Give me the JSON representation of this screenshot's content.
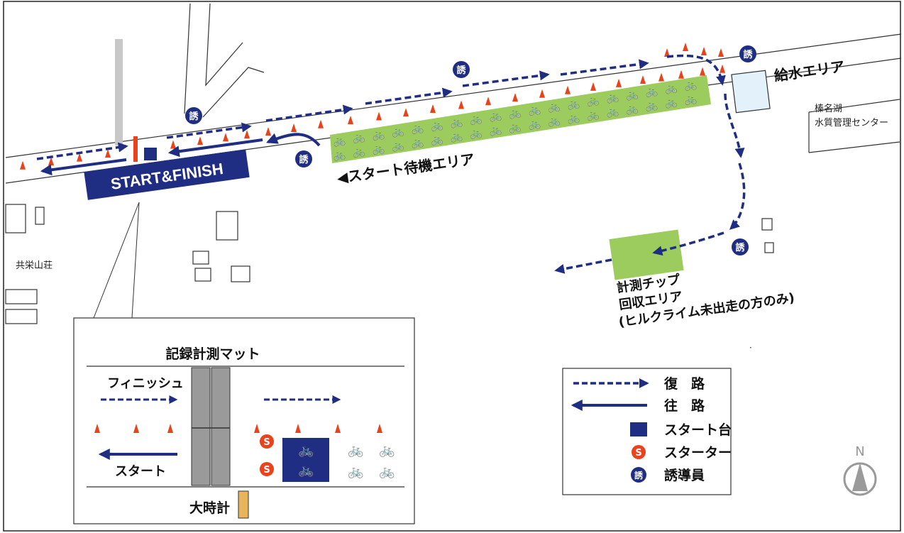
{
  "labels": {
    "start_finish": "START&FINISH",
    "waiting_area": "◀スタート待機エリア",
    "water_area": "給水エリア",
    "center_line1": "榛名湖",
    "center_line2": "水質管理センター",
    "lodge": "共栄山荘",
    "chip_line1": "計測チップ",
    "chip_line2": "回収エリア",
    "chip_line3": "(ヒルクライム未出走の方のみ)",
    "guide_glyph": "誘",
    "starter_glyph": "S",
    "bike_glyph": "🚲",
    "north": "N"
  },
  "inset": {
    "mat_title": "記録計測マット",
    "finish_label": "フィニッシュ",
    "start_label": "スタート",
    "clock_label": "大時計"
  },
  "legend": {
    "items": [
      {
        "label": "復　路"
      },
      {
        "label": "往　路"
      },
      {
        "label": "スタート台"
      },
      {
        "label": "スターター"
      },
      {
        "label": "誘導員"
      }
    ]
  },
  "colors": {
    "route_blue": "#1f2d82",
    "waiting_green": "#9ccc5e",
    "cone_orange": "#e8431b",
    "water_fill": "#e3f1fb",
    "clock_fill": "#e9b55a",
    "starter_red": "#e8431b",
    "mat_gray": "#9a9a9a"
  }
}
